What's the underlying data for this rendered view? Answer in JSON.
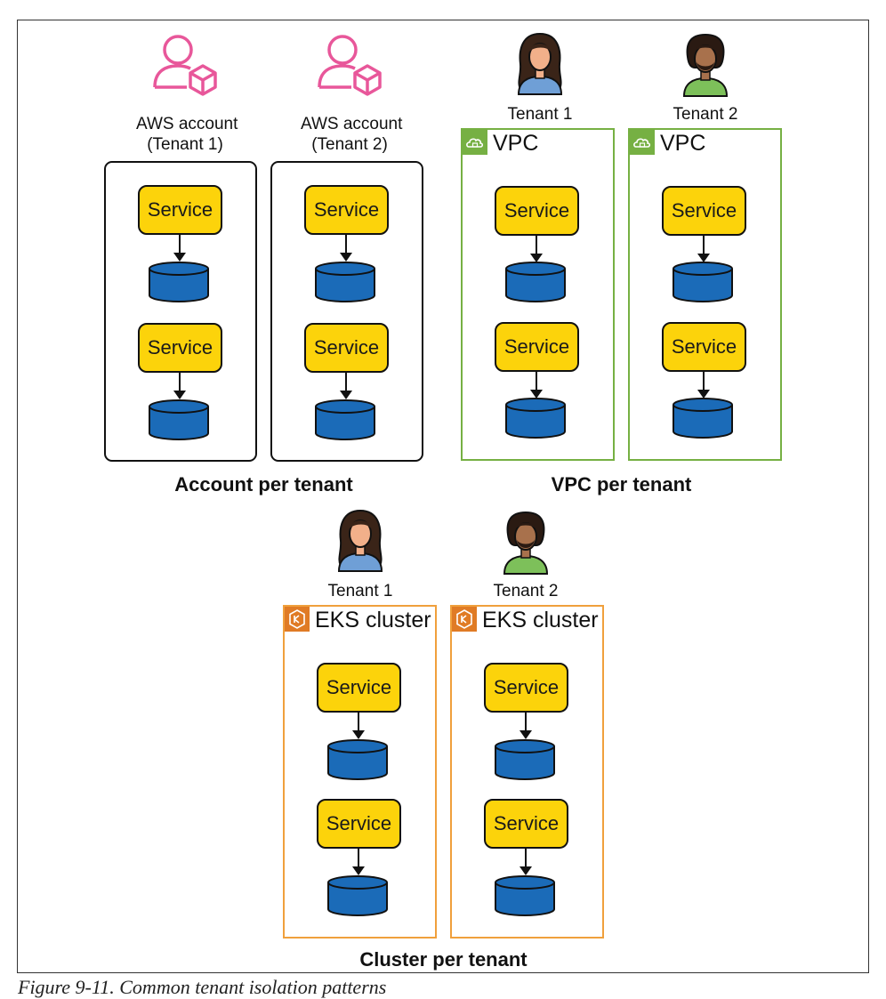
{
  "account_section": {
    "caption": "Account per tenant",
    "tenants": [
      {
        "label_line1": "AWS account",
        "label_line2": "(Tenant 1)",
        "icon": "aws-account-icon"
      },
      {
        "label_line1": "AWS account",
        "label_line2": "(Tenant 2)",
        "icon": "aws-account-icon"
      }
    ]
  },
  "vpc_section": {
    "caption": "VPC per tenant",
    "tenants": [
      {
        "label": "Tenant 1",
        "box_label": "VPC",
        "icon": "vpc-icon"
      },
      {
        "label": "Tenant 2",
        "box_label": "VPC",
        "icon": "vpc-icon"
      }
    ]
  },
  "cluster_section": {
    "caption": "Cluster per tenant",
    "tenants": [
      {
        "label": "Tenant 1",
        "box_label": "EKS cluster",
        "icon": "eks-icon"
      },
      {
        "label": "Tenant 2",
        "box_label": "EKS cluster",
        "icon": "eks-icon"
      }
    ]
  },
  "service_label": "Service",
  "figure_caption": "Figure 9-11. Common tenant isolation patterns",
  "colors": {
    "service_fill": "#fcd30b",
    "database_fill": "#1b6bb8",
    "vpc_border": "#76b043",
    "eks_border": "#f0a03c",
    "account_icon": "#e8579a"
  }
}
